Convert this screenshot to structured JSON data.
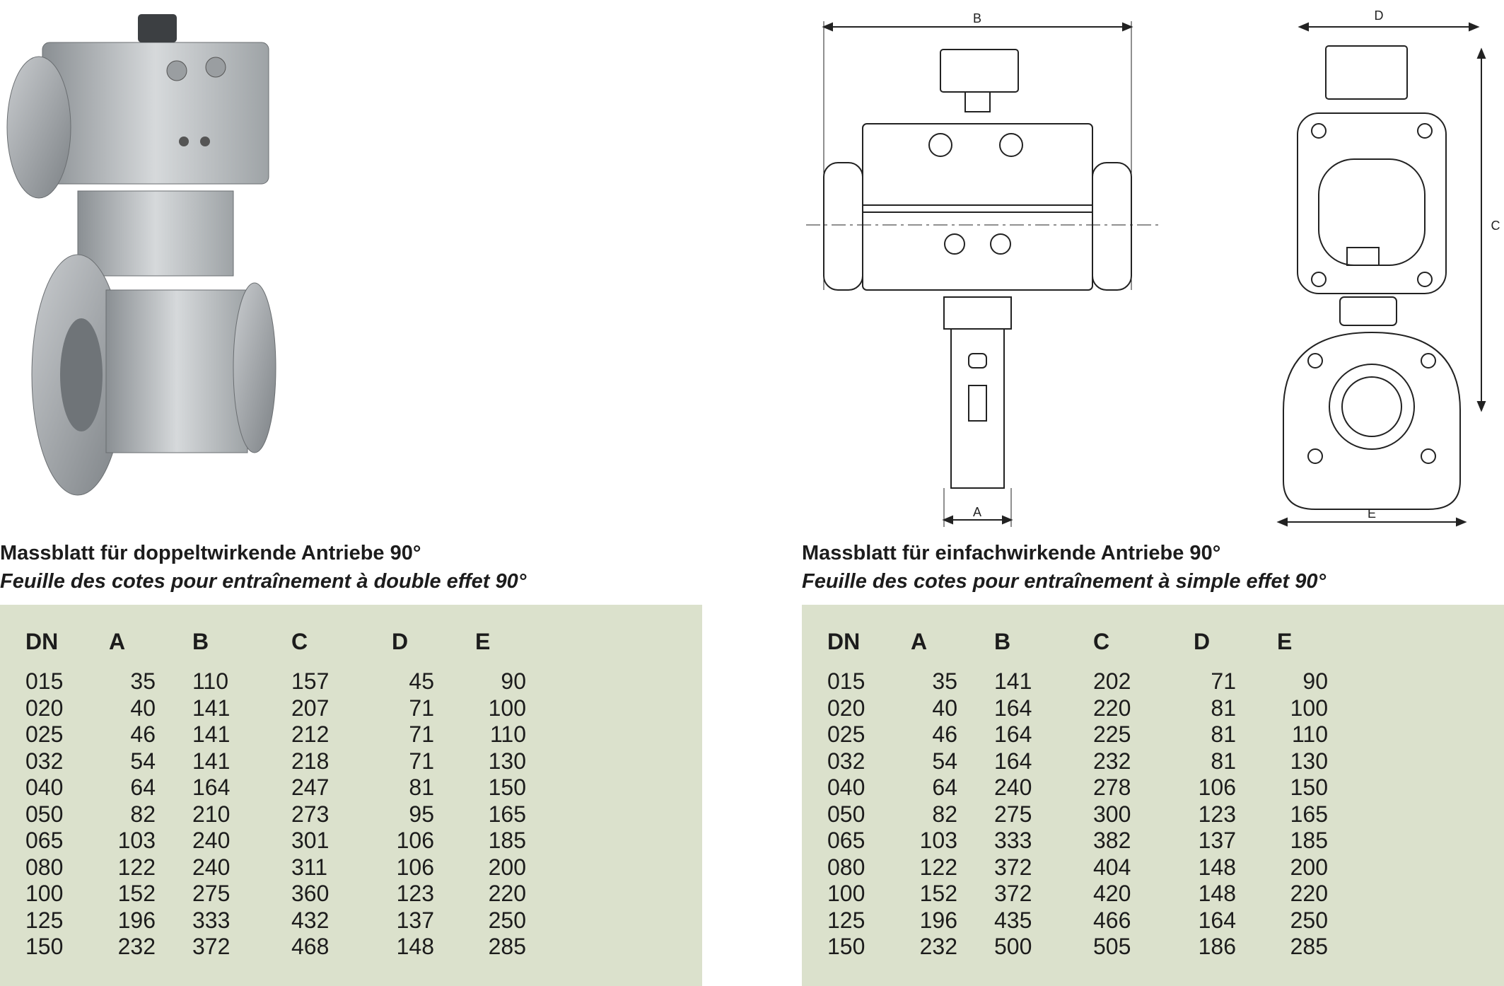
{
  "drawing": {
    "front_labels": {
      "b": "B",
      "a": "A"
    },
    "side_labels": {
      "d": "D",
      "c": "C",
      "e": "E"
    }
  },
  "left": {
    "title_de": "Massblatt für doppeltwirkende Antriebe 90°",
    "title_fr": "Feuille des cotes pour entraînement à double effet 90°",
    "headers": [
      "DN",
      "A",
      "B",
      "C",
      "D",
      "E"
    ],
    "rows": [
      [
        "015",
        "35",
        "110",
        "157",
        "45",
        "90"
      ],
      [
        "020",
        "40",
        "141",
        "207",
        "71",
        "100"
      ],
      [
        "025",
        "46",
        "141",
        "212",
        "71",
        "110"
      ],
      [
        "032",
        "54",
        "141",
        "218",
        "71",
        "130"
      ],
      [
        "040",
        "64",
        "164",
        "247",
        "81",
        "150"
      ],
      [
        "050",
        "82",
        "210",
        "273",
        "95",
        "165"
      ],
      [
        "065",
        "103",
        "240",
        "301",
        "106",
        "185"
      ],
      [
        "080",
        "122",
        "240",
        "311",
        "106",
        "200"
      ],
      [
        "100",
        "152",
        "275",
        "360",
        "123",
        "220"
      ],
      [
        "125",
        "196",
        "333",
        "432",
        "137",
        "250"
      ],
      [
        "150",
        "232",
        "372",
        "468",
        "148",
        "285"
      ]
    ]
  },
  "right": {
    "title_de": "Massblatt für einfachwirkende Antriebe 90°",
    "title_fr": "Feuille des cotes pour entraînement à simple effet 90°",
    "headers": [
      "DN",
      "A",
      "B",
      "C",
      "D",
      "E"
    ],
    "rows": [
      [
        "015",
        "35",
        "141",
        "202",
        "71",
        "90"
      ],
      [
        "020",
        "40",
        "164",
        "220",
        "81",
        "100"
      ],
      [
        "025",
        "46",
        "164",
        "225",
        "81",
        "110"
      ],
      [
        "032",
        "54",
        "164",
        "232",
        "81",
        "130"
      ],
      [
        "040",
        "64",
        "240",
        "278",
        "106",
        "150"
      ],
      [
        "050",
        "82",
        "275",
        "300",
        "123",
        "165"
      ],
      [
        "065",
        "103",
        "333",
        "382",
        "137",
        "185"
      ],
      [
        "080",
        "122",
        "372",
        "404",
        "148",
        "200"
      ],
      [
        "100",
        "152",
        "372",
        "420",
        "148",
        "220"
      ],
      [
        "125",
        "196",
        "435",
        "466",
        "164",
        "250"
      ],
      [
        "150",
        "232",
        "500",
        "505",
        "186",
        "285"
      ]
    ]
  }
}
